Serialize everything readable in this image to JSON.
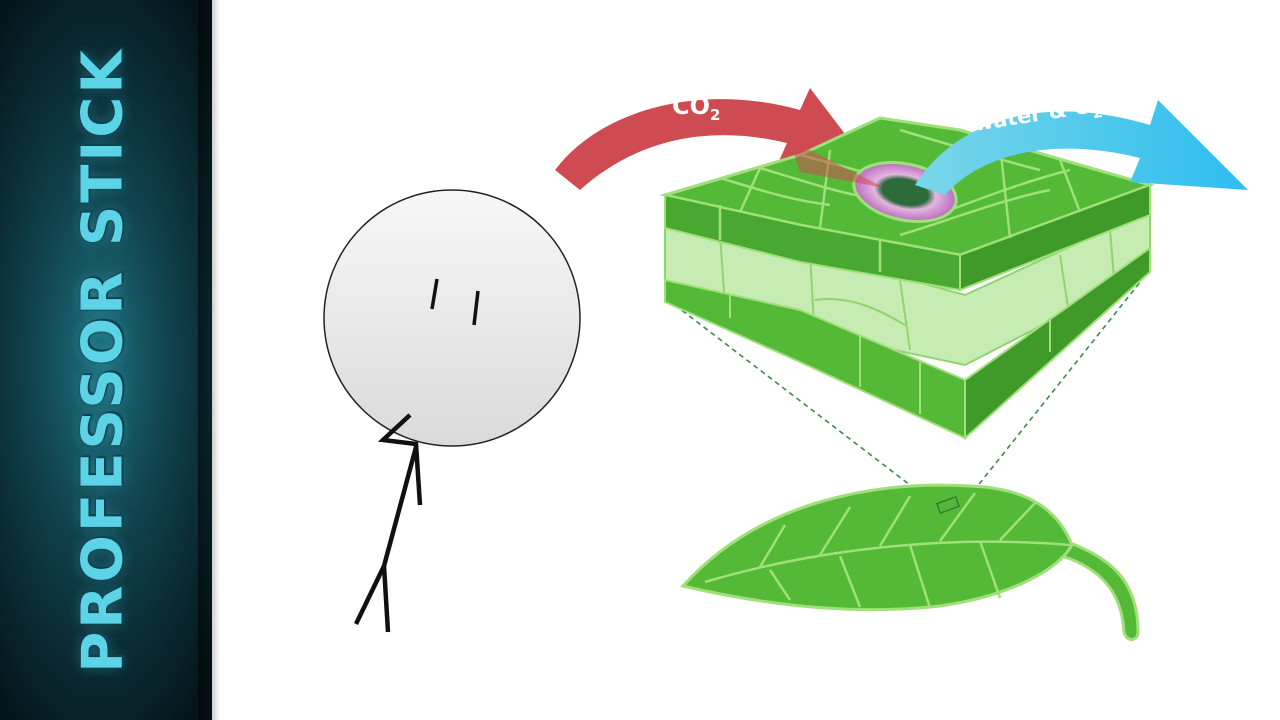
{
  "sidebar": {
    "title": "PROFESSOR STICK"
  },
  "arrows": {
    "co2": {
      "label": "CO",
      "sub": "2",
      "color": "#cf4b52"
    },
    "out": {
      "label": "water & O",
      "sub": "2",
      "color": "#3fc4ee"
    }
  },
  "colors": {
    "leaf": "#54b936",
    "leaf_light": "#9fe07a",
    "leaf_dark": "#3f9a2a",
    "stoma": "#c98fc9",
    "sidebar": "#10414c",
    "sidebar_text": "#5cd3e6"
  }
}
